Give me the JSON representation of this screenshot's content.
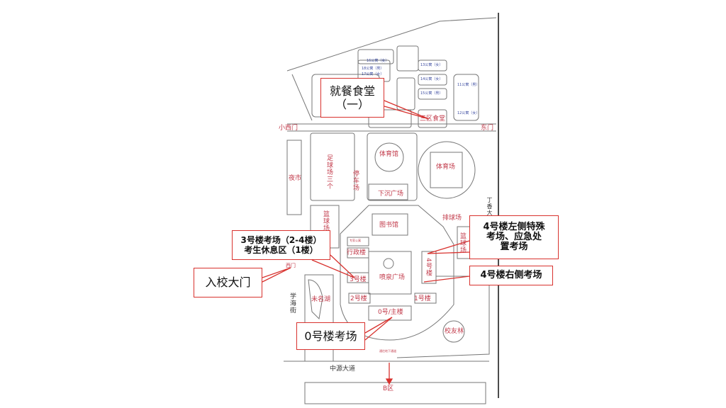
{
  "callouts": {
    "dining": {
      "line1": "就餐食堂",
      "line2": "（一）"
    },
    "building3": {
      "line1": "3号楼考场（2-4楼）",
      "line2": "考生休息区（1楼）"
    },
    "entrance": {
      "label": "入校大门"
    },
    "building4_left": {
      "line1": "4号楼左侧特殊",
      "line2": "考场、应急处",
      "line3": "置考场"
    },
    "building4_right": {
      "label": "4号楼右侧考场"
    },
    "building0": {
      "label": "0号楼考场"
    }
  },
  "map_labels": {
    "small_west_gate": "小西门",
    "east_gate": "东门",
    "night_market": "夜市",
    "football": "足球场三个",
    "parking": "停车场",
    "gym": "体育馆",
    "stadium": "体育场",
    "sunken_plaza": "下沉广场",
    "basketball_left": "篮球场",
    "library": "图书馆",
    "volleyball": "排球场",
    "basketball_right": "篮球场",
    "expert_apartment": "专家公寓",
    "admin": "行政楼",
    "fountain": "喷泉广场",
    "building4": "4号楼",
    "building3": "3号楼",
    "building2": "2号楼",
    "building1": "1号楼",
    "building0": "0号/主楼",
    "lake": "未名湖",
    "xuehai_street": "学海街",
    "west_gate": "西门",
    "alumni_forest": "校友林",
    "lilac_avenue": "丁香大道",
    "zhongyuan_avenue": "中源大道",
    "zone_b": "B区",
    "canteen": "三区食堂",
    "underpass": "通往地下通道",
    "dorms": [
      "16公寓（女）",
      "18公寓（男）",
      "17公寓（女）",
      "13公寓（女）",
      "14公寓（女）",
      "15公寓（男）",
      "11公寓（男）",
      "12公寓（女）"
    ]
  },
  "colors": {
    "label_red": "#c23a4a",
    "callout_border": "#d8322e",
    "dorm_blue": "#3a4aa0"
  }
}
